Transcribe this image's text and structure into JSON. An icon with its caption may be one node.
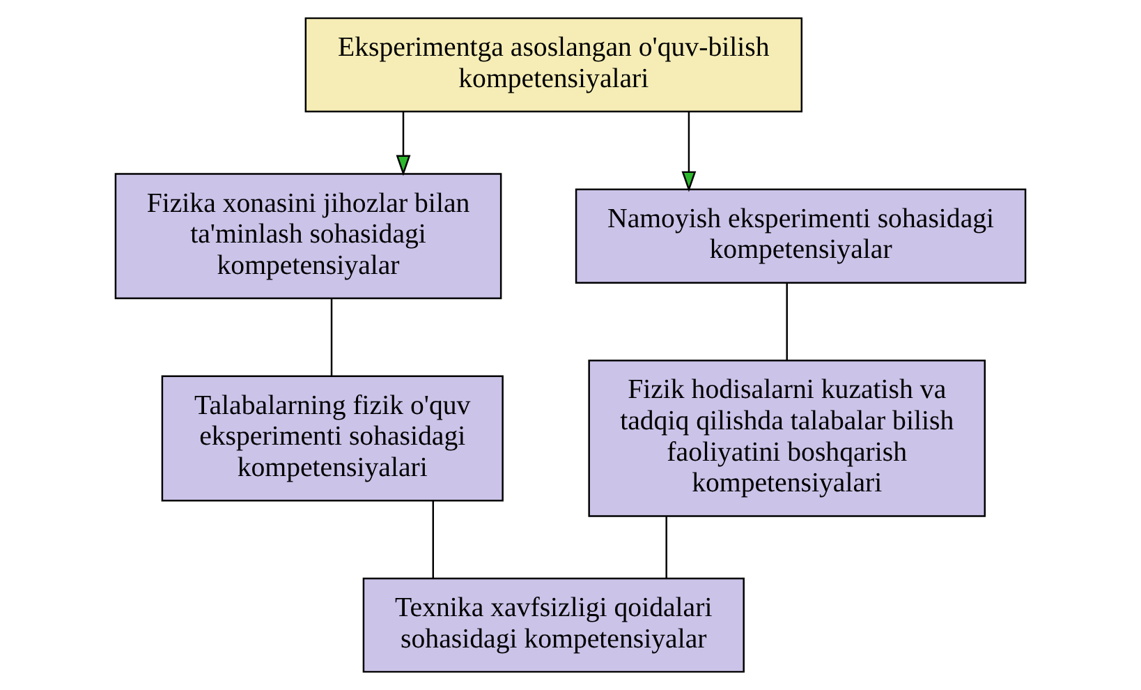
{
  "diagram": {
    "nodes": [
      {
        "text": [
          "Eksperimentga asoslangan o'quv-bilish kompetensiyalari"
        ]
      },
      {
        "text": [
          "Fizika xonasini jihozlar bilan ta'minlash sohasidagi kompetensiyalar"
        ]
      },
      {
        "text": [
          "Namoyish eksperimenti sohasidagi kompetensiyalar"
        ]
      },
      {
        "text": [
          "Talabalarning fizik o'quv eksperimenti sohasidagi kompetensiyalari"
        ]
      },
      {
        "text": [
          "Fizik hodisalarni kuzatish va tadqiq qilishda talabalar bilish faoliyatini boshqarish kompetensiyalari"
        ]
      },
      {
        "text": [
          "Texnika xavfsizligi qoidalari sohasidagi kompetensiyalar"
        ]
      }
    ],
    "edges": [
      {
        "from": 0,
        "to": 1,
        "arrow": "to"
      },
      {
        "from": 0,
        "to": 2,
        "arrow": "to"
      },
      {
        "from": 1,
        "to": 3,
        "arrow": "none"
      },
      {
        "from": 2,
        "to": 4,
        "arrow": "none"
      },
      {
        "from": 3,
        "to": 5,
        "arrow": "none"
      },
      {
        "from": 4,
        "to": 5,
        "arrow": "none"
      }
    ]
  }
}
